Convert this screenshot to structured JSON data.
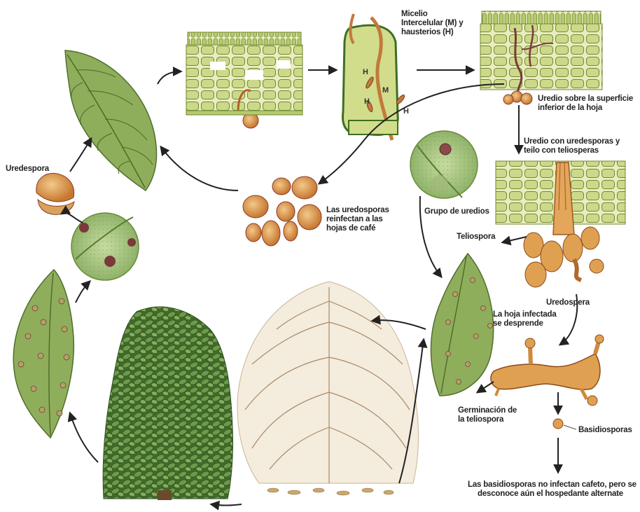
{
  "labels": {
    "micelio": [
      "Micelio",
      "Intercelular (M) y",
      "hausterios (H)"
    ],
    "uredio_superficie": [
      "Uredio sobre la superficie",
      "inferior de la hoja"
    ],
    "uredio_con": [
      "Uredio con uredesporas y",
      "teilo con teliosperas"
    ],
    "uredespora_left": [
      "Uredespora"
    ],
    "reinfectan": [
      "Las uredosporas",
      "reinfectan a las",
      "hojas de café"
    ],
    "grupo": [
      "Grupo de uredios"
    ],
    "teliospora": [
      "Teliospora"
    ],
    "uredospera": [
      "Uredospera"
    ],
    "hoja_infectada": [
      "La hoja infectada",
      "se desprende"
    ],
    "germinacion": [
      "Germinación de",
      "la teliospora"
    ],
    "basidiosporas": [
      "Basidiosporas"
    ],
    "basidio_no": [
      "Las basidiosporas no infectan cafeto, pero se",
      "desconoce aún el hospedante alternate"
    ]
  },
  "micro_labels": {
    "h": "H",
    "m": "M"
  },
  "colors": {
    "leaf": "#8fae5c",
    "leaf_dark": "#5d7f35",
    "tissue": "#cfd98a",
    "tissue_line": "#6f8a2e",
    "spore": "#d79a4a",
    "spore_dark": "#8b3a2a",
    "fungus": "#d8974a",
    "tree_green": "#4f7a34",
    "tree_brown": "#a88a66",
    "arrow": "#222222"
  }
}
